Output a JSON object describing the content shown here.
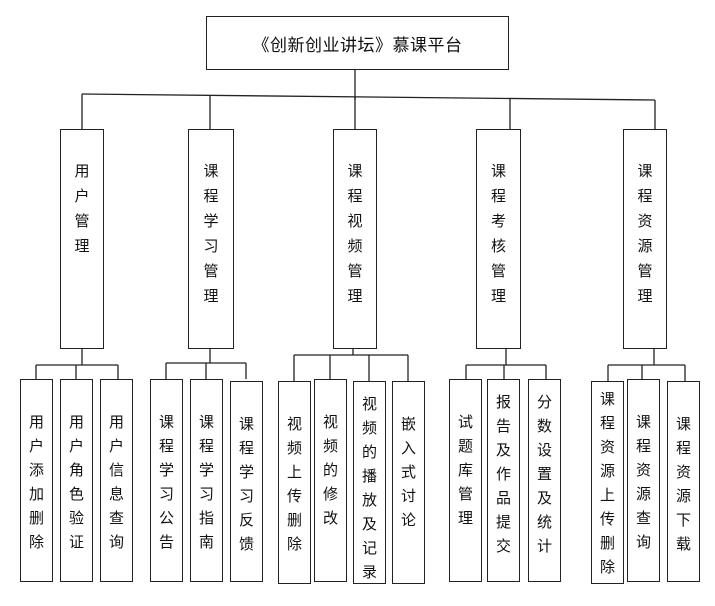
{
  "title": "《创新创业讲坛》慕课平台",
  "modules": [
    {
      "name": "用户管理",
      "children": [
        "用户添加删除",
        "用户角色验证",
        "用户信息查询"
      ]
    },
    {
      "name": "课程学习管理",
      "children": [
        "课程学习公告",
        "课程学习指南",
        "课程学习反馈"
      ]
    },
    {
      "name": "课程视频管理",
      "children": [
        "视频上传删除",
        "视频的修改",
        "视频的播放及记录",
        "嵌入式讨论"
      ]
    },
    {
      "name": "课程考核管理",
      "children": [
        "试题库管理",
        "报告及作品提交",
        "分数设置及统计"
      ]
    },
    {
      "name": "课程资源管理",
      "children": [
        "课程资源上传删除",
        "课程资源查询",
        "课程资源下载"
      ]
    }
  ]
}
